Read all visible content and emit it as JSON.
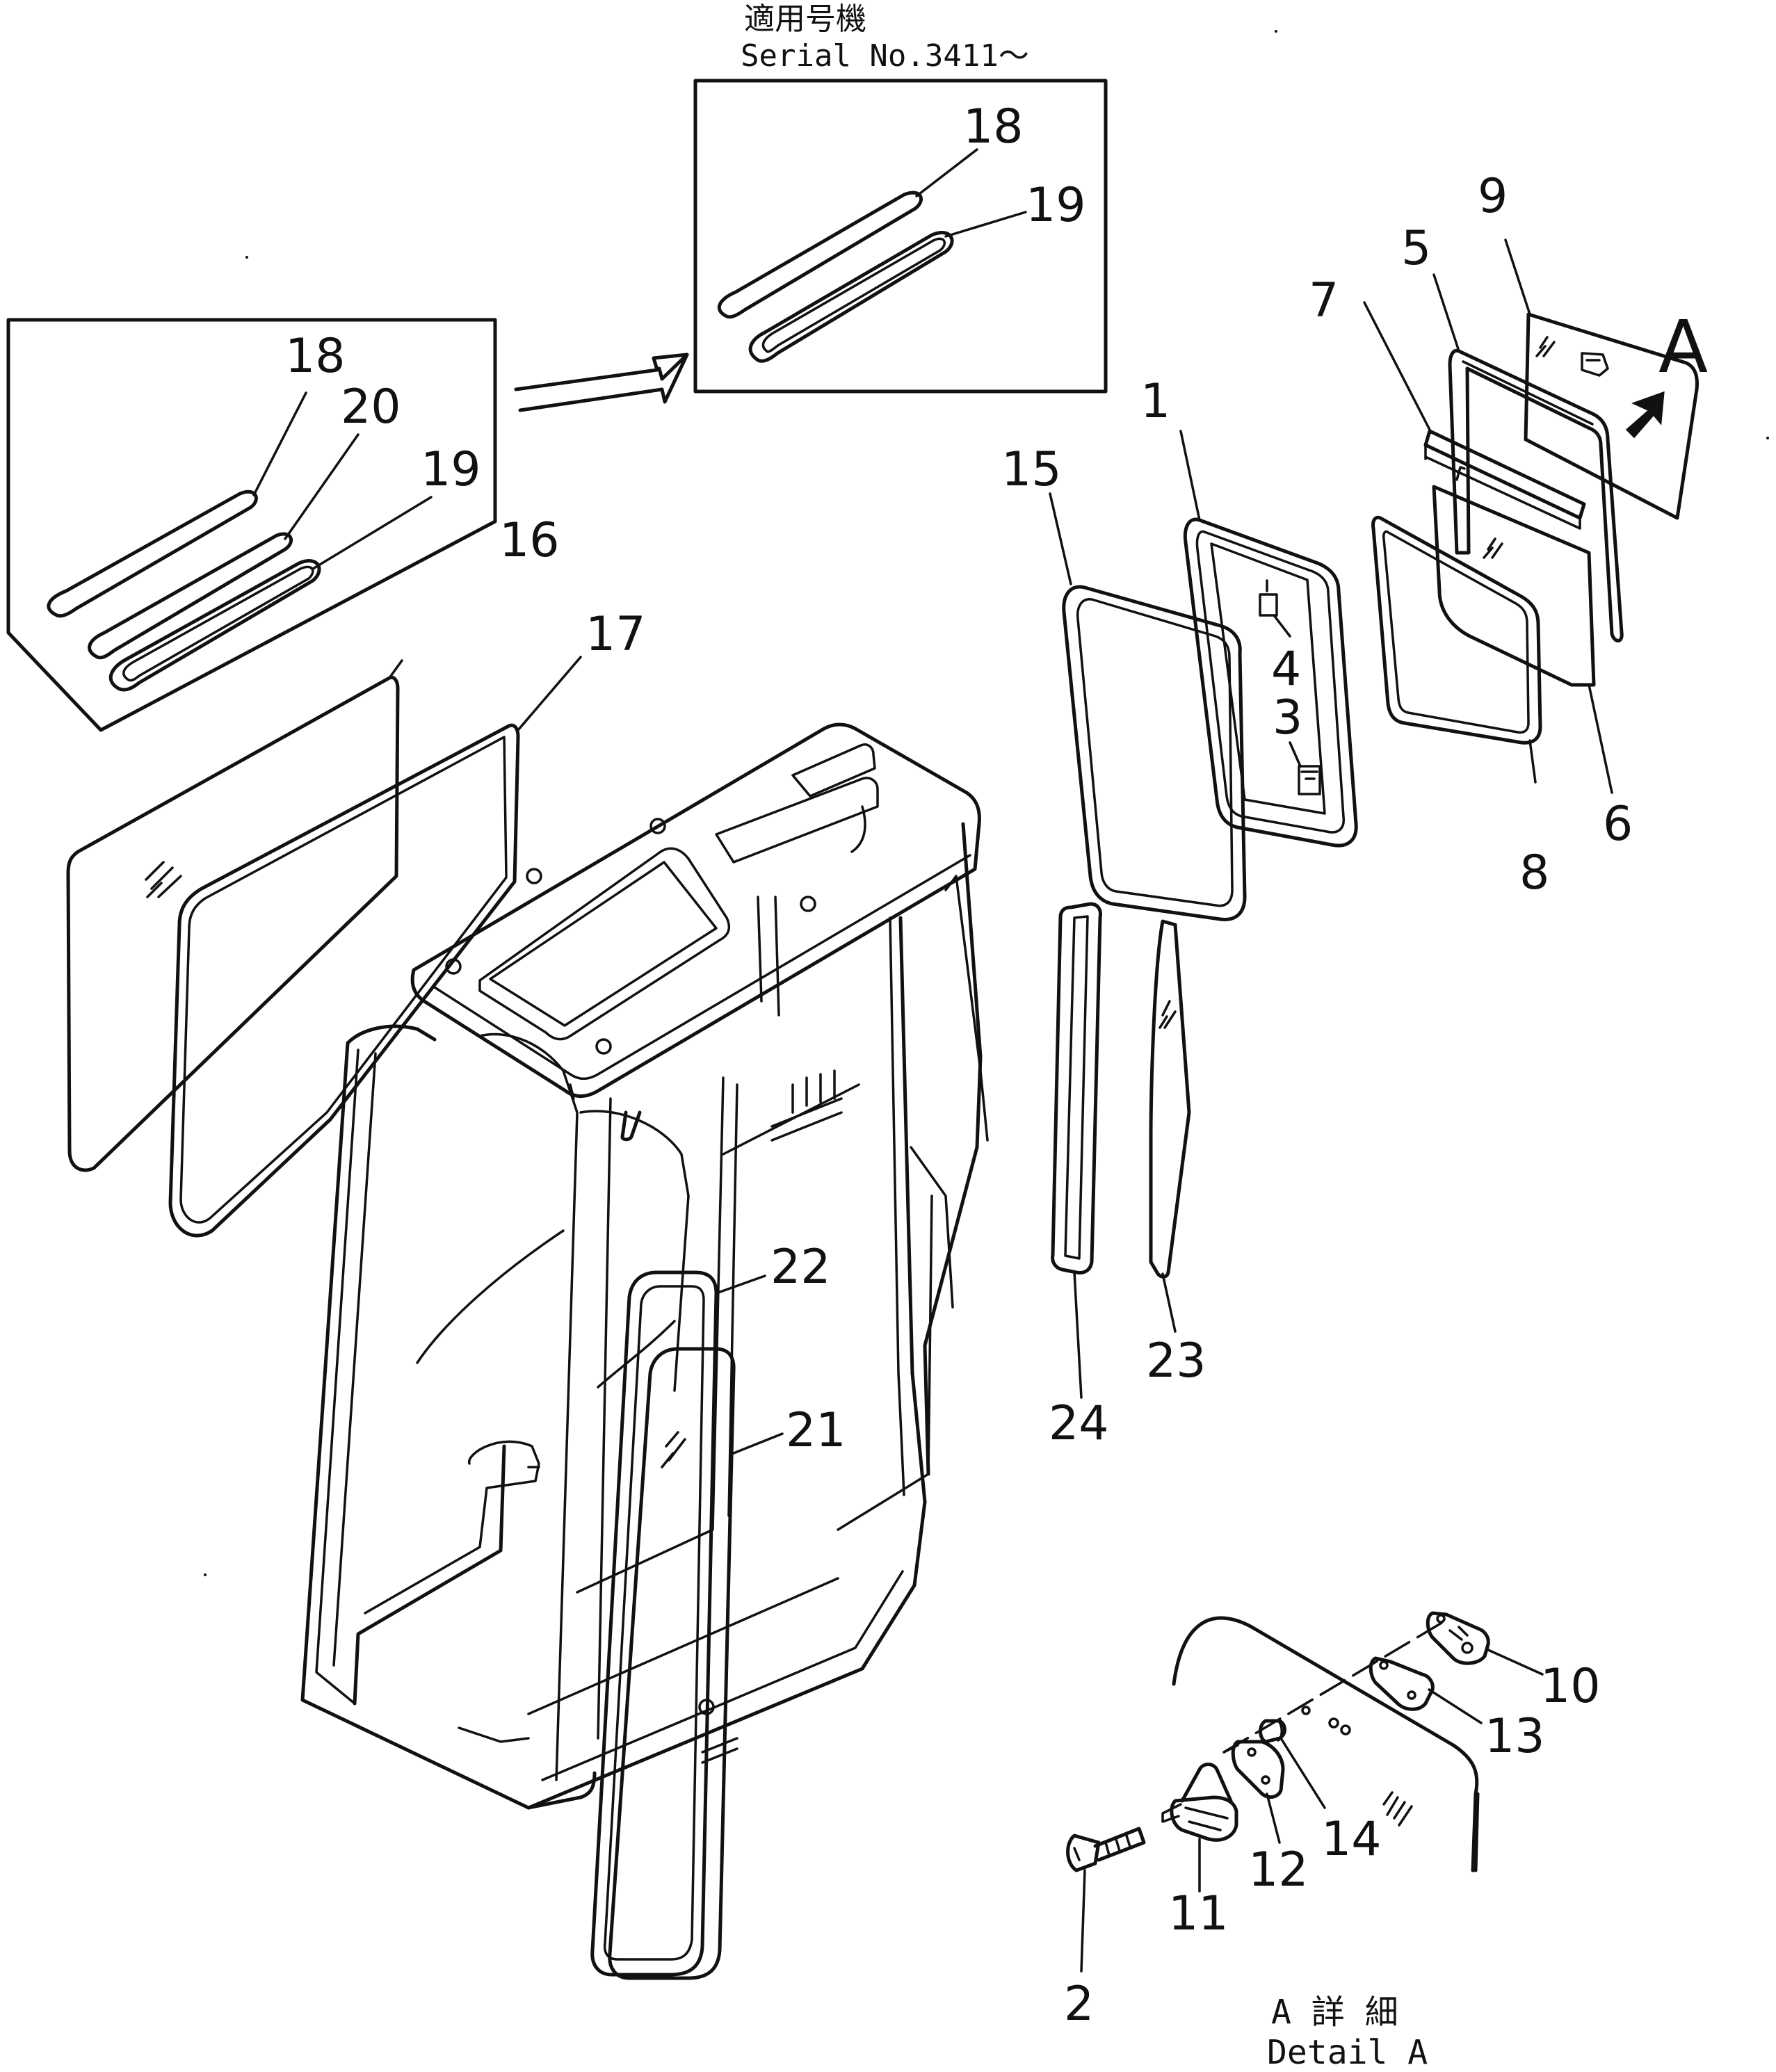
{
  "serial_header": {
    "line1": "適用号機",
    "line2": "Serial No.3411～"
  },
  "detail_caption": {
    "line1": "A 詳 細",
    "line2": "Detail A"
  },
  "view_letter": "A",
  "callouts": {
    "p1": "1",
    "p2": "2",
    "p3": "3",
    "p4": "4",
    "p5": "5",
    "p6": "6",
    "p7": "7",
    "p8": "8",
    "p9": "9",
    "p10": "10",
    "p11": "11",
    "p12": "12",
    "p13": "13",
    "p14": "14",
    "p15": "15",
    "p16": "16",
    "p17": "17",
    "p18_old": "18",
    "p18_new": "18",
    "p19_old": "19",
    "p19_new": "19",
    "p20": "20",
    "p21": "21",
    "p22": "22",
    "p23": "23",
    "p24": "24"
  }
}
